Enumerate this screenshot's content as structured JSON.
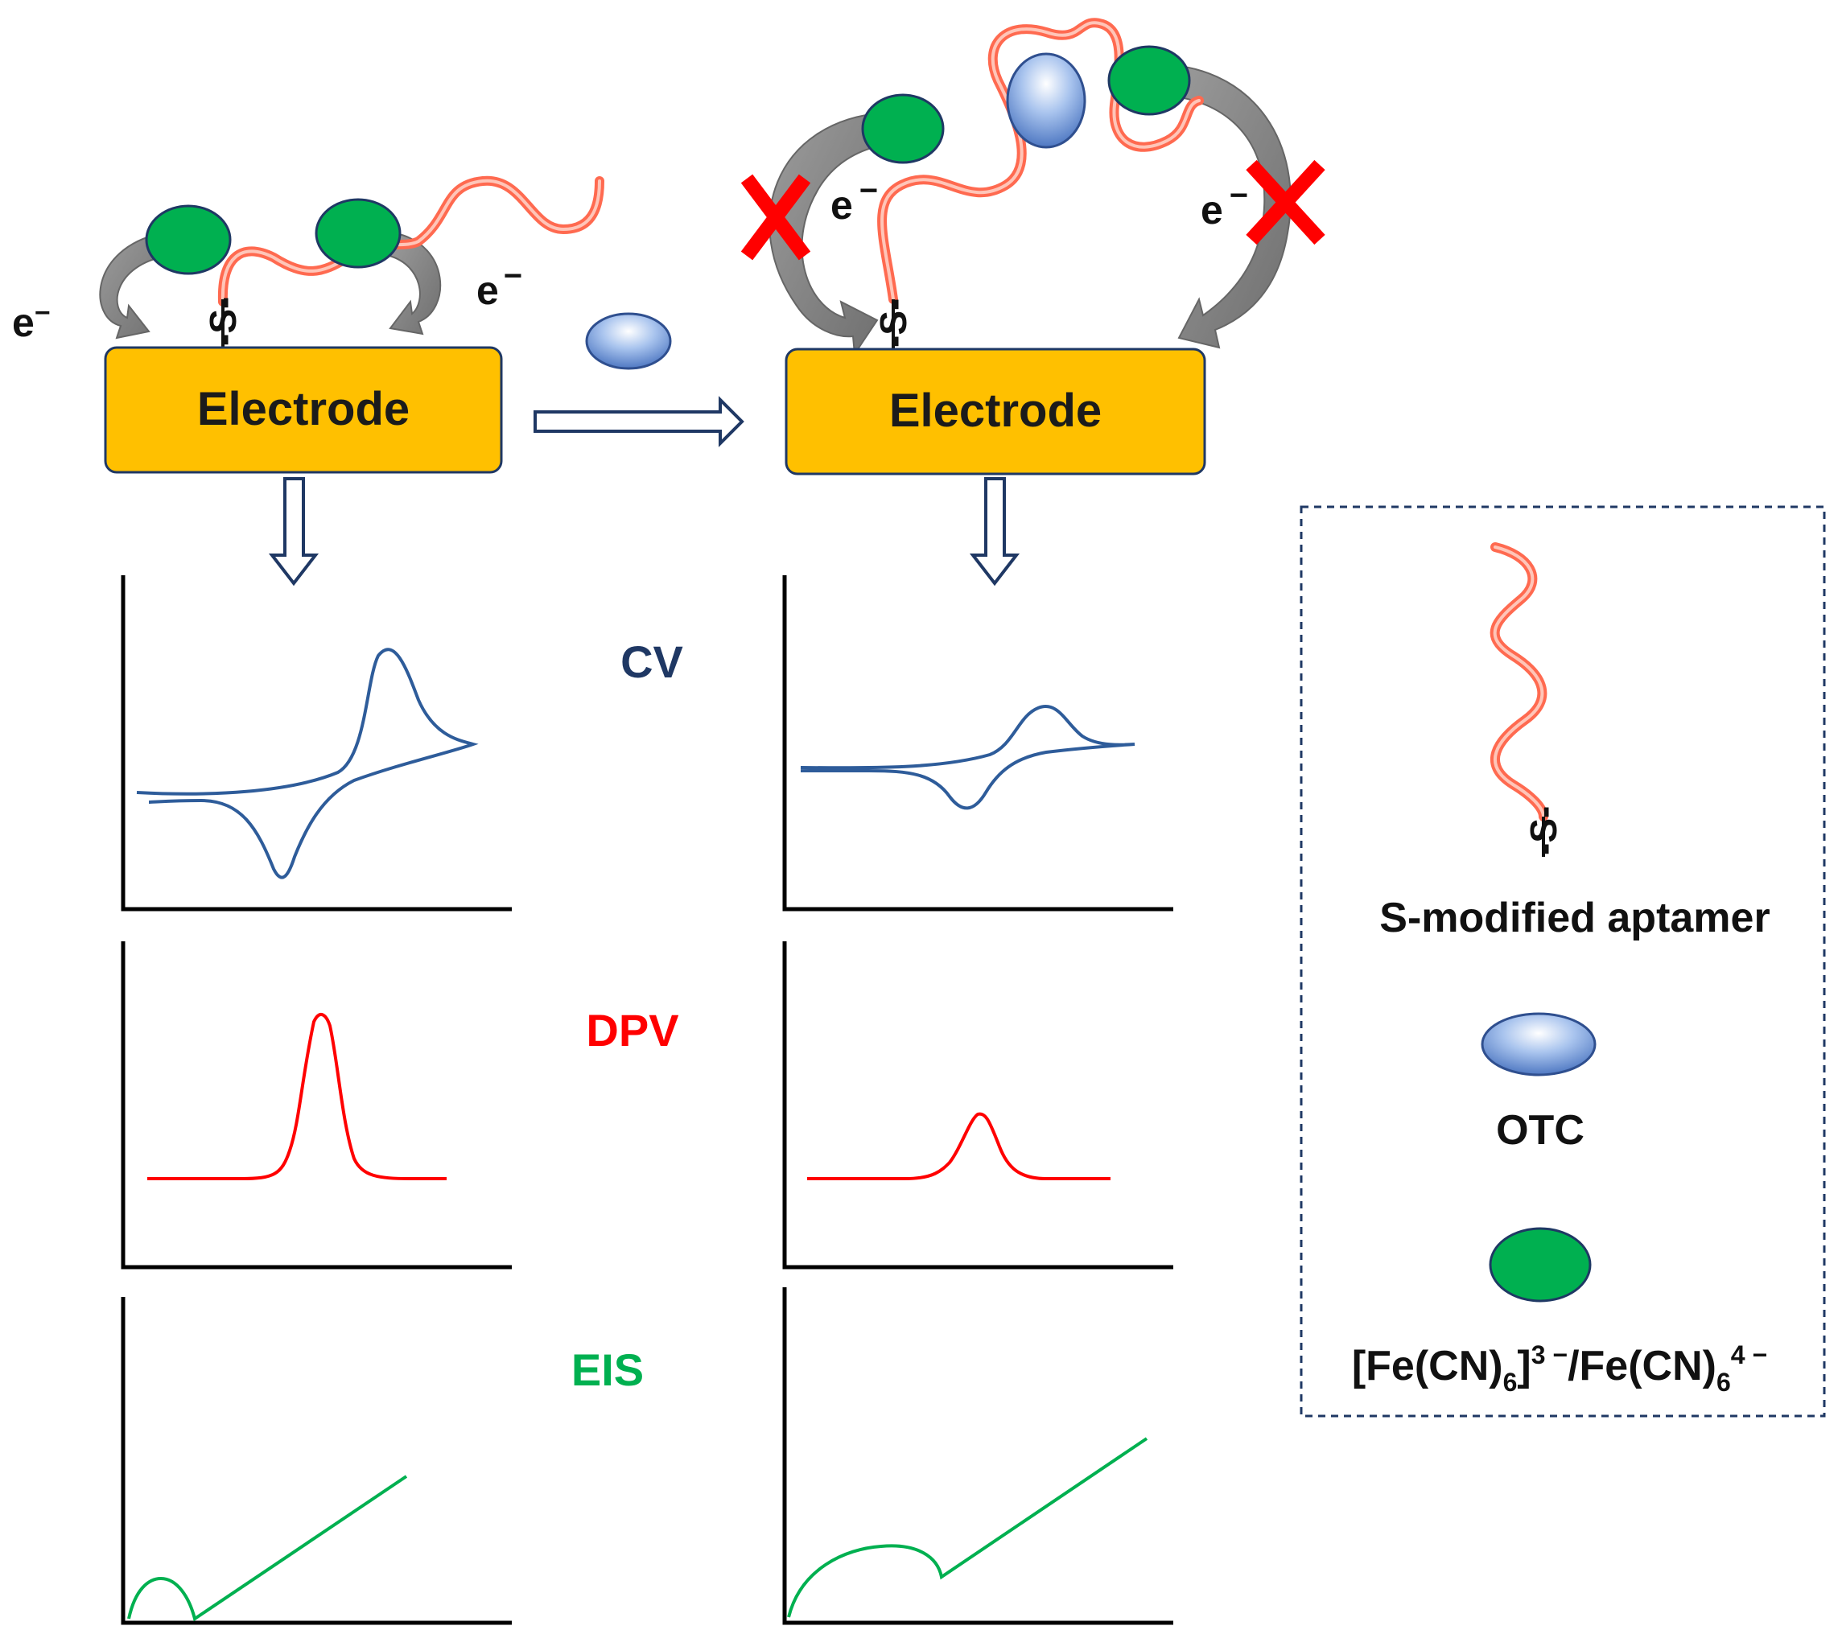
{
  "electrode_label": "Electrode",
  "electron_label": "e",
  "electron_charge": "−",
  "thiol_label": "-S-",
  "techniques": {
    "cv": "CV",
    "dpv": "DPV",
    "eis": "EIS"
  },
  "legend": {
    "aptamer": "S-modified aptamer",
    "otc": "OTC",
    "probe": {
      "p1": "[Fe(CN)",
      "s1": "6",
      "p2": "]",
      "s2": "3 −",
      "p3": "/Fe(CN)",
      "s3": "6",
      "s4": "4 −"
    }
  },
  "colors": {
    "electrode_fill": "#FFC000",
    "probe_green": "#00B050",
    "aptamer_red": "#FF6A50",
    "cv_blue": "#2E5C9A",
    "dpv_red": "#FF0000",
    "eis_green": "#00B050",
    "cross_red": "#FF0000",
    "arrow_gray": "#7F7F7F"
  }
}
